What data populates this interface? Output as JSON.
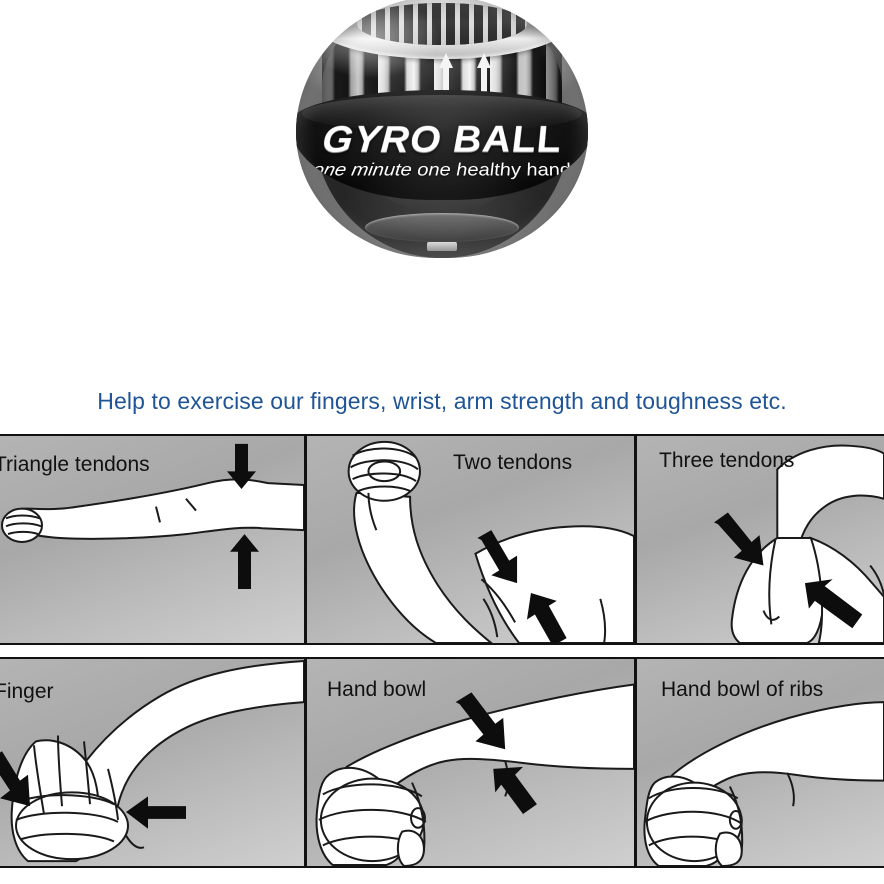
{
  "product": {
    "brand": "GYRO BALL",
    "tagline": "one minute one healthy hand",
    "rotor_arrow_icon": "arrow-up-icon"
  },
  "caption": {
    "text": "Help to exercise our fingers, wrist, arm strength and toughness etc.",
    "color": "#1f5496"
  },
  "exercises": {
    "row1": [
      {
        "label": "Triangle tendons",
        "arrows": [
          "arrow-down-icon",
          "arrow-up-icon"
        ]
      },
      {
        "label": "Two tendons",
        "arrows": [
          "arrow-down-right-icon",
          "arrow-up-right-icon"
        ]
      },
      {
        "label": "Three tendons",
        "arrows": [
          "arrow-down-right-icon",
          "arrow-up-left-icon"
        ]
      }
    ],
    "row2": [
      {
        "label": "Finger",
        "arrows": [
          "arrow-down-left-icon",
          "arrow-left-icon"
        ]
      },
      {
        "label": "Hand bowl",
        "arrows": [
          "arrow-down-right-icon",
          "arrow-up-left-icon"
        ]
      },
      {
        "label": "Hand bowl of ribs",
        "arrows": []
      }
    ]
  },
  "colors": {
    "page_background": "#ffffff",
    "panel_background": "#b0b0b0",
    "panel_border": "#111111",
    "caption_text": "#1f5496",
    "band": "#0a0a0a",
    "band_text": "#ffffff"
  }
}
